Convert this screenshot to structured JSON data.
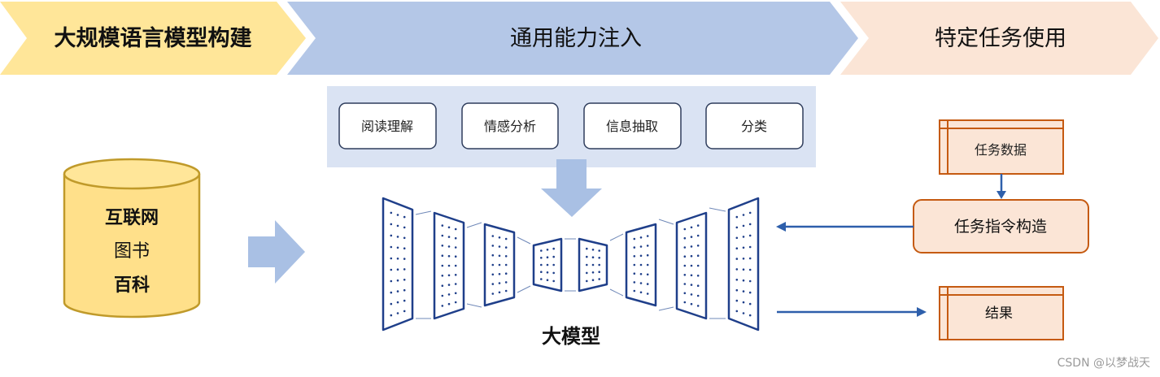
{
  "banner": {
    "stage1": "大规模语言模型构建",
    "stage2": "通用能力注入",
    "stage3": "特定任务使用"
  },
  "corpus": {
    "line1": "互联网",
    "line2": "图书",
    "line3": "百科"
  },
  "abilities": [
    "阅读理解",
    "情感分析",
    "信息抽取",
    "分类"
  ],
  "model_label": "大模型",
  "task": {
    "data": "任务数据",
    "instruction": "任务指令构造",
    "result": "结果"
  },
  "watermark": "CSDN @以梦战天",
  "colors": {
    "stage1_fill": "#ffe699",
    "stage2_fill": "#b4c7e7",
    "stage3_fill": "#fbe5d6",
    "cylinder_fill": "#ffe08a",
    "cylinder_stroke": "#c09a2a",
    "ability_panel": "#dae3f3",
    "ability_stroke": "#2f3d5c",
    "layer_stroke": "#1f3f8a",
    "orange_stroke": "#c55a11",
    "orange_fill": "#fbe5d6",
    "arrow_blue": "#2e5fab",
    "big_arrow": "#a9c0e4"
  }
}
